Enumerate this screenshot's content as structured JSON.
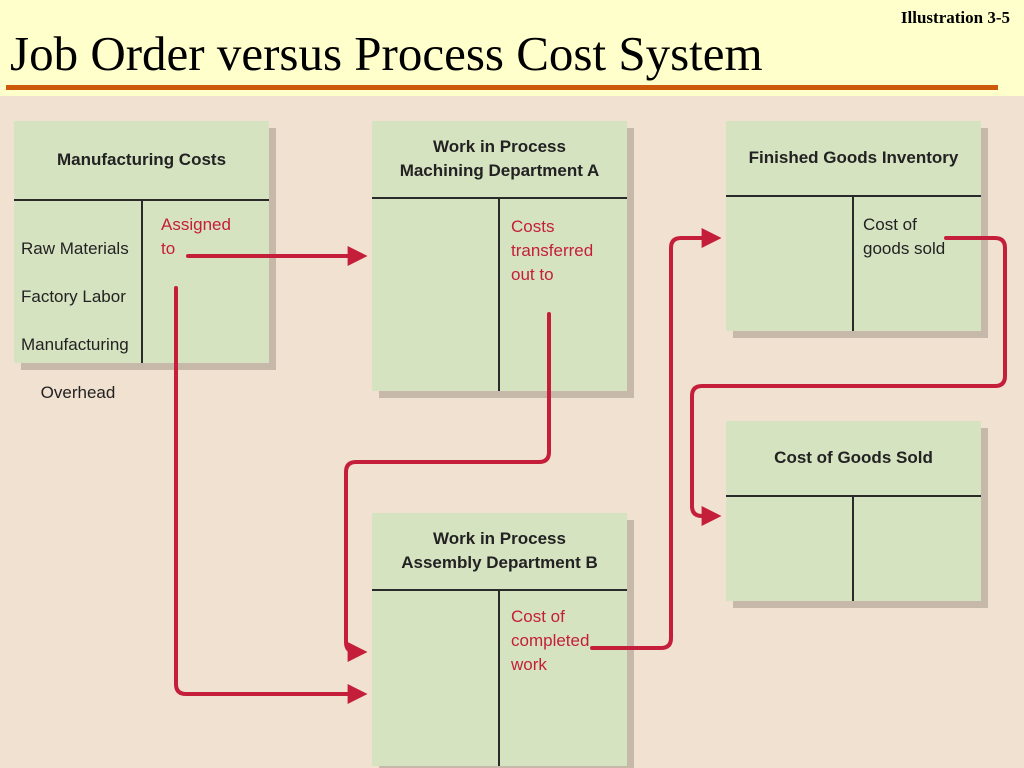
{
  "slide": {
    "illustration_label": "Illustration 3-5",
    "title": "Job Order versus Process Cost System",
    "colors": {
      "background": "#ffffcc",
      "panel": "#f1e1d0",
      "account": "#d6e3c1",
      "flow": "#c41e3a",
      "rule": "#cc5a0a"
    }
  },
  "accounts": {
    "manufacturing_costs": {
      "title": "Manufacturing Costs",
      "debit_lines": [
        "Raw Materials",
        "Factory Labor",
        "Manufacturing",
        "Overhead"
      ],
      "credit_text": "Assigned\nto"
    },
    "wip_a": {
      "title_line1": "Work in Process",
      "title_line2": "Machining Department A",
      "credit_text": "Costs\ntransferred\nout to"
    },
    "wip_b": {
      "title_line1": "Work in Process",
      "title_line2": "Assembly Department B",
      "credit_text": "Cost of\ncompleted\nwork"
    },
    "finished_goods": {
      "title": "Finished Goods Inventory",
      "credit_text": "Cost of\ngoods sold"
    },
    "cogs": {
      "title": "Cost of Goods Sold"
    }
  }
}
